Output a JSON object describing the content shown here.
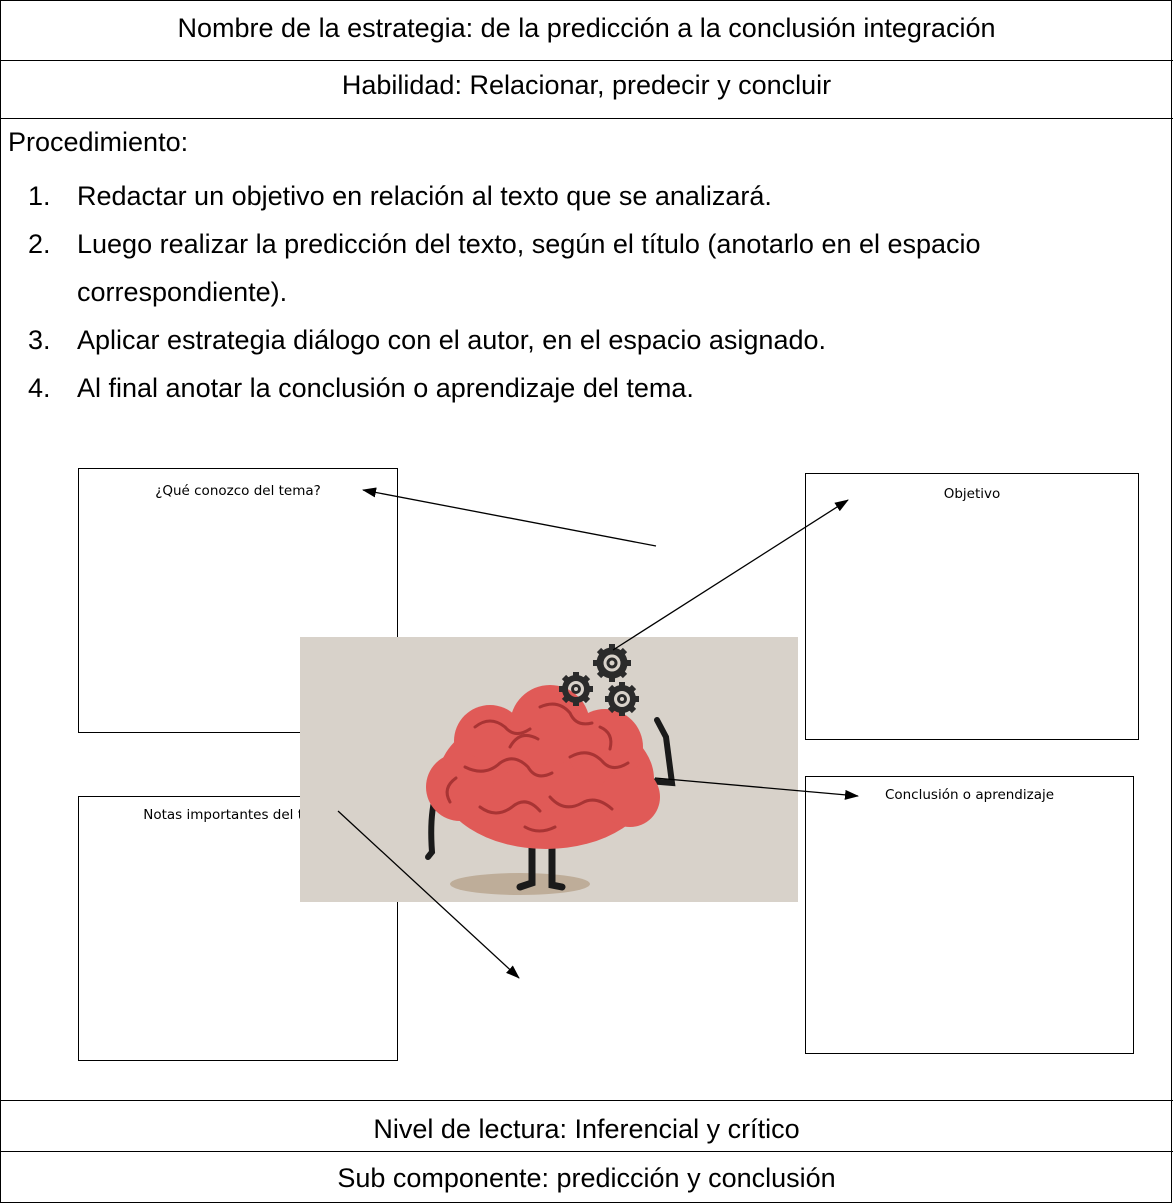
{
  "header": {
    "strategy_name": "Nombre de la estrategia: de la predicción a la conclusión integración",
    "skill": "Habilidad: Relacionar, predecir y concluir"
  },
  "procedure": {
    "title": "Procedimiento:",
    "steps": [
      {
        "number": "1.",
        "text": "Redactar un objetivo en relación al texto que se analizará."
      },
      {
        "number": "2.",
        "text": "Luego realizar la predicción del texto, según el título (anotarlo en el espacio correspondiente)."
      },
      {
        "number": "3.",
        "text": "Aplicar estrategia diálogo con el autor, en el espacio asignado."
      },
      {
        "number": "4.",
        "text": "Al final anotar la conclusión o aprendizaje del tema."
      }
    ]
  },
  "diagram": {
    "boxes": {
      "prior_knowledge": "¿Qué conozco del tema?",
      "objective": "Objetivo",
      "notes": "Notas importantes del tema",
      "conclusion": "Conclusión  o aprendizaje"
    },
    "illustration": {
      "subject": "brain-with-gears",
      "colors": {
        "background": "#d8d2ca",
        "brain": "#e05a57",
        "brain_lines": "#a83434",
        "gears": "#2b2b2b",
        "shadow": "#b8a48c"
      }
    }
  },
  "footer": {
    "reading_level": "Nivel de lectura: Inferencial y crítico",
    "subcomponent": "Sub componente: predicción y conclusión"
  }
}
